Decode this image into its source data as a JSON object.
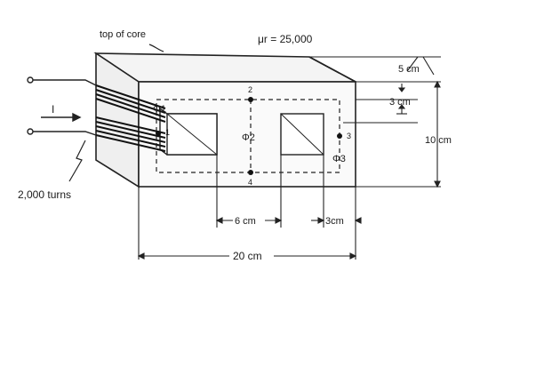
{
  "labels": {
    "top_of_core": "top of core",
    "mu_r": "μr = 25,000",
    "width_5cm": "5 cm",
    "leg_3cm_top": "3 cm",
    "height_10cm": "10 cm",
    "current": "I",
    "turns": "2,000 turns",
    "window_6cm": "6 cm",
    "leg_3cm_bottom": "3cm",
    "length_20cm": "20 cm"
  },
  "points": {
    "p1": "1",
    "p2": "2",
    "p3": "3",
    "p4": "4"
  },
  "fluxes": {
    "phi1": "Φ1",
    "phi2": "Φ2",
    "phi3": "Φ3"
  }
}
